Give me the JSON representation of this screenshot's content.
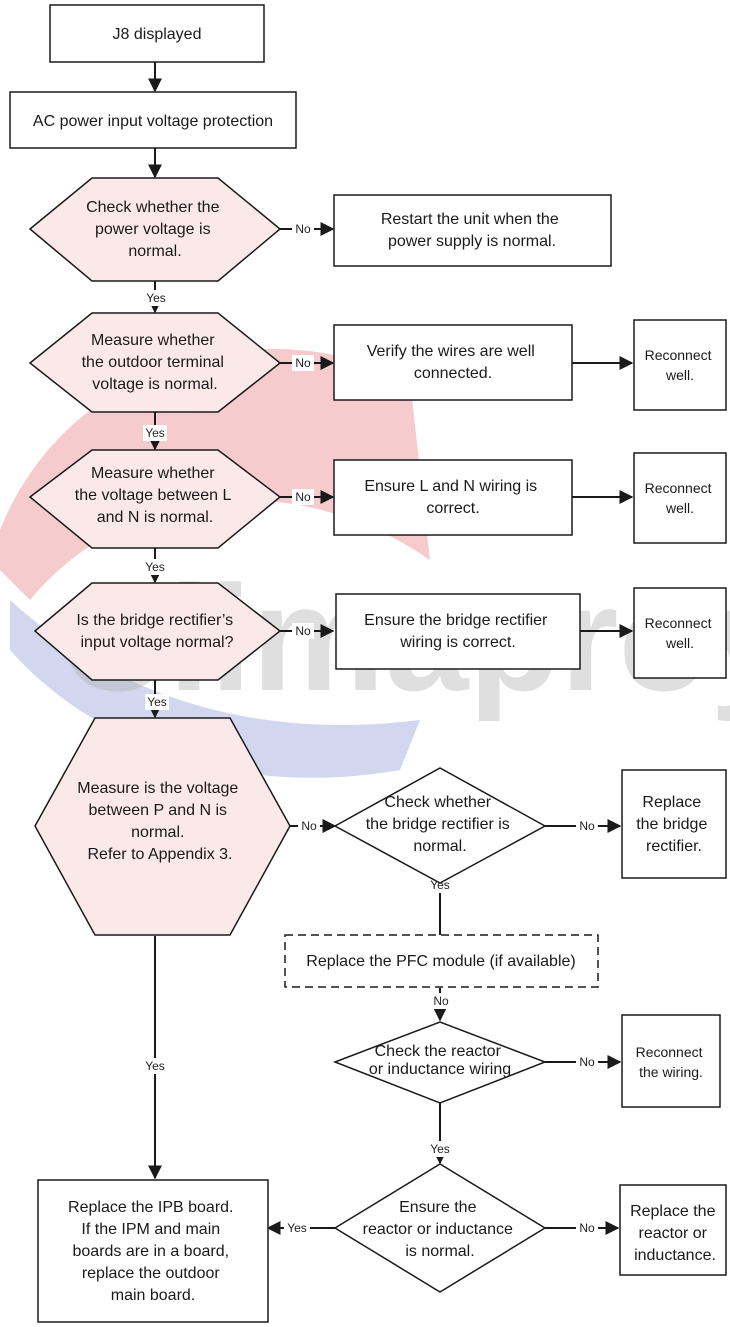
{
  "watermark": "Climaproyec",
  "nodes": {
    "start": "J8 displayed",
    "ac_protection": "AC power input voltage protection",
    "q_power_voltage": [
      "Check whether the",
      "power voltage is",
      "normal."
    ],
    "restart_unit": [
      "Restart the unit when the",
      "power supply is normal."
    ],
    "q_terminal_voltage": [
      "Measure whether",
      "the outdoor terminal",
      "voltage is normal."
    ],
    "verify_wires": [
      "Verify the wires are well",
      "connected."
    ],
    "reconnect_1": [
      "Reconnect",
      "well."
    ],
    "q_ln_voltage": [
      "Measure whether",
      "the voltage between L",
      "and N is normal."
    ],
    "ensure_ln": [
      "Ensure L and N wiring is",
      "correct."
    ],
    "reconnect_2": [
      "Reconnect",
      "well."
    ],
    "q_bridge_input": [
      "Is the bridge rectifier’s",
      "input voltage normal?"
    ],
    "ensure_bridge_wiring": [
      "Ensure the bridge rectifier",
      "wiring is correct."
    ],
    "reconnect_3": [
      "Reconnect",
      "well."
    ],
    "q_pn_voltage": [
      "Measure is the voltage",
      "between P and N is",
      "normal.",
      "Refer to Appendix 3."
    ],
    "q_bridge_normal": [
      "Check whether",
      "the bridge rectifier is",
      "normal."
    ],
    "replace_bridge": [
      "Replace",
      "the bridge",
      "rectifier."
    ],
    "replace_pfc": "Replace the PFC module (if available)",
    "q_reactor_wiring": [
      "Check the reactor",
      "or inductance wiring"
    ],
    "reconnect_wiring": [
      "Reconnect",
      "the wiring."
    ],
    "q_reactor_normal": [
      "Ensure the",
      "reactor or inductance",
      "is normal."
    ],
    "replace_reactor": [
      "Replace the",
      "reactor or",
      "inductance."
    ],
    "replace_ipb": [
      "Replace the IPB board.",
      "If the IPM and main",
      "boards are in a board,",
      "replace the outdoor",
      "main board."
    ]
  },
  "edge_labels": {
    "yes": "Yes",
    "no": "No"
  },
  "colors": {
    "line": "#1a1a1a",
    "decision_fill": "#fbe9e9",
    "box_fill": "#ffffff",
    "watermark_red": "#d9434a",
    "watermark_blue": "#3b4fb8",
    "watermark_grey": "#4a4a4a"
  }
}
